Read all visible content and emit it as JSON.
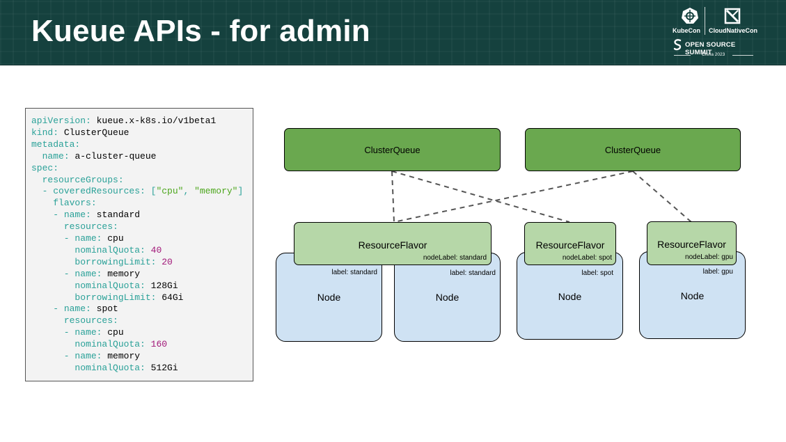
{
  "title": "Kueue APIs - for admin",
  "logo": {
    "kubecon": "KubeCon",
    "cloudnativecon": "CloudNativeCon",
    "summit": "OPEN SOURCE SUMMIT",
    "edition": "China 2023"
  },
  "yaml": [
    [
      [
        "k",
        "apiVersion"
      ],
      [
        "p",
        ": "
      ],
      [
        "v",
        "kueue.x-k8s.io/v1beta1"
      ]
    ],
    [
      [
        "k",
        "kind"
      ],
      [
        "p",
        ": "
      ],
      [
        "v",
        "ClusterQueue"
      ]
    ],
    [
      [
        "k",
        "metadata"
      ],
      [
        "p",
        ":"
      ]
    ],
    [
      [
        "p",
        "  "
      ],
      [
        "k",
        "name"
      ],
      [
        "p",
        ": "
      ],
      [
        "v",
        "a-cluster-queue"
      ]
    ],
    [
      [
        "k",
        "spec"
      ],
      [
        "p",
        ":"
      ]
    ],
    [
      [
        "p",
        "  "
      ],
      [
        "k",
        "resourceGroups"
      ],
      [
        "p",
        ":"
      ]
    ],
    [
      [
        "p",
        "  - "
      ],
      [
        "k",
        "coveredResources"
      ],
      [
        "p",
        ": ["
      ],
      [
        "s",
        "\"cpu\""
      ],
      [
        "p",
        ", "
      ],
      [
        "s",
        "\"memory\""
      ],
      [
        "p",
        "]"
      ]
    ],
    [
      [
        "p",
        "    "
      ],
      [
        "k",
        "flavors"
      ],
      [
        "p",
        ":"
      ]
    ],
    [
      [
        "p",
        "    - "
      ],
      [
        "k",
        "name"
      ],
      [
        "p",
        ": "
      ],
      [
        "v",
        "standard"
      ]
    ],
    [
      [
        "p",
        "      "
      ],
      [
        "k",
        "resources"
      ],
      [
        "p",
        ":"
      ]
    ],
    [
      [
        "p",
        "      - "
      ],
      [
        "k",
        "name"
      ],
      [
        "p",
        ": "
      ],
      [
        "v",
        "cpu"
      ]
    ],
    [
      [
        "p",
        "        "
      ],
      [
        "k",
        "nominalQuota"
      ],
      [
        "p",
        ": "
      ],
      [
        "n",
        "40"
      ]
    ],
    [
      [
        "p",
        "        "
      ],
      [
        "k",
        "borrowingLimit"
      ],
      [
        "p",
        ": "
      ],
      [
        "n",
        "20"
      ]
    ],
    [
      [
        "p",
        "      - "
      ],
      [
        "k",
        "name"
      ],
      [
        "p",
        ": "
      ],
      [
        "v",
        "memory"
      ]
    ],
    [
      [
        "p",
        "        "
      ],
      [
        "k",
        "nominalQuota"
      ],
      [
        "p",
        ": "
      ],
      [
        "v",
        "128Gi"
      ]
    ],
    [
      [
        "p",
        "        "
      ],
      [
        "k",
        "borrowingLimit"
      ],
      [
        "p",
        ": "
      ],
      [
        "v",
        "64Gi"
      ]
    ],
    [
      [
        "p",
        "    - "
      ],
      [
        "k",
        "name"
      ],
      [
        "p",
        ": "
      ],
      [
        "v",
        "spot"
      ]
    ],
    [
      [
        "p",
        "      "
      ],
      [
        "k",
        "resources"
      ],
      [
        "p",
        ":"
      ]
    ],
    [
      [
        "p",
        "      - "
      ],
      [
        "k",
        "name"
      ],
      [
        "p",
        ": "
      ],
      [
        "v",
        "cpu"
      ]
    ],
    [
      [
        "p",
        "        "
      ],
      [
        "k",
        "nominalQuota"
      ],
      [
        "p",
        ": "
      ],
      [
        "n",
        "160"
      ]
    ],
    [
      [
        "p",
        "      - "
      ],
      [
        "k",
        "name"
      ],
      [
        "p",
        ": "
      ],
      [
        "v",
        "memory"
      ]
    ],
    [
      [
        "p",
        "        "
      ],
      [
        "k",
        "nominalQuota"
      ],
      [
        "p",
        ": "
      ],
      [
        "v",
        "512Gi"
      ]
    ]
  ],
  "diagram": {
    "cluster_queues": [
      "ClusterQueue",
      "ClusterQueue"
    ],
    "flavors": [
      {
        "title": "ResourceFlavor",
        "node_label": "nodeLabel: standard"
      },
      {
        "title": "ResourceFlavor",
        "node_label": "nodeLabel: spot"
      },
      {
        "title": "ResourceFlavor",
        "node_label": "nodeLabel: gpu"
      }
    ],
    "nodes": [
      {
        "title": "Node",
        "label": "label: standard"
      },
      {
        "title": "Node",
        "label": "label: standard"
      },
      {
        "title": "Node",
        "label": "label: spot"
      },
      {
        "title": "Node",
        "label": "label: gpu"
      }
    ]
  },
  "colors": {
    "header_bg": "#15413e",
    "cluster_queue": "#6aa84f",
    "resource_flavor": "#b6d7a8",
    "node": "#cfe2f3",
    "yaml_key": "#2aa198",
    "yaml_string": "#4ca61c",
    "yaml_number": "#a11778"
  }
}
